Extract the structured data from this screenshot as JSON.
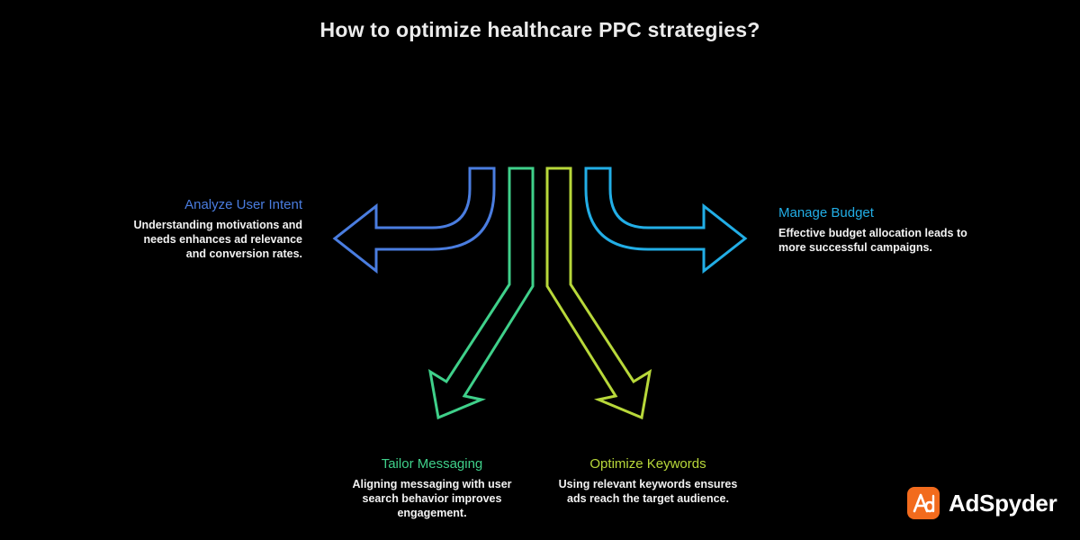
{
  "title": "How to optimize healthcare PPC strategies?",
  "colors": {
    "background": "#000000",
    "analyze": "#4a7de0",
    "tailor": "#3fd08a",
    "optimize": "#b8d83a",
    "manage": "#22aee6",
    "brand": "#f26b1d"
  },
  "branches": {
    "analyze": {
      "heading": "Analyze User Intent",
      "description": "Understanding motivations and needs enhances ad relevance and conversion rates."
    },
    "tailor": {
      "heading": "Tailor Messaging",
      "description": "Aligning messaging with user search behavior improves engagement."
    },
    "optimize": {
      "heading": "Optimize Keywords",
      "description": "Using relevant keywords ensures ads reach the target audience."
    },
    "manage": {
      "heading": "Manage Budget",
      "description": "Effective budget allocation leads to more successful campaigns."
    }
  },
  "logo": {
    "icon": "adspyder-logo-icon",
    "name": "AdSpyder"
  }
}
